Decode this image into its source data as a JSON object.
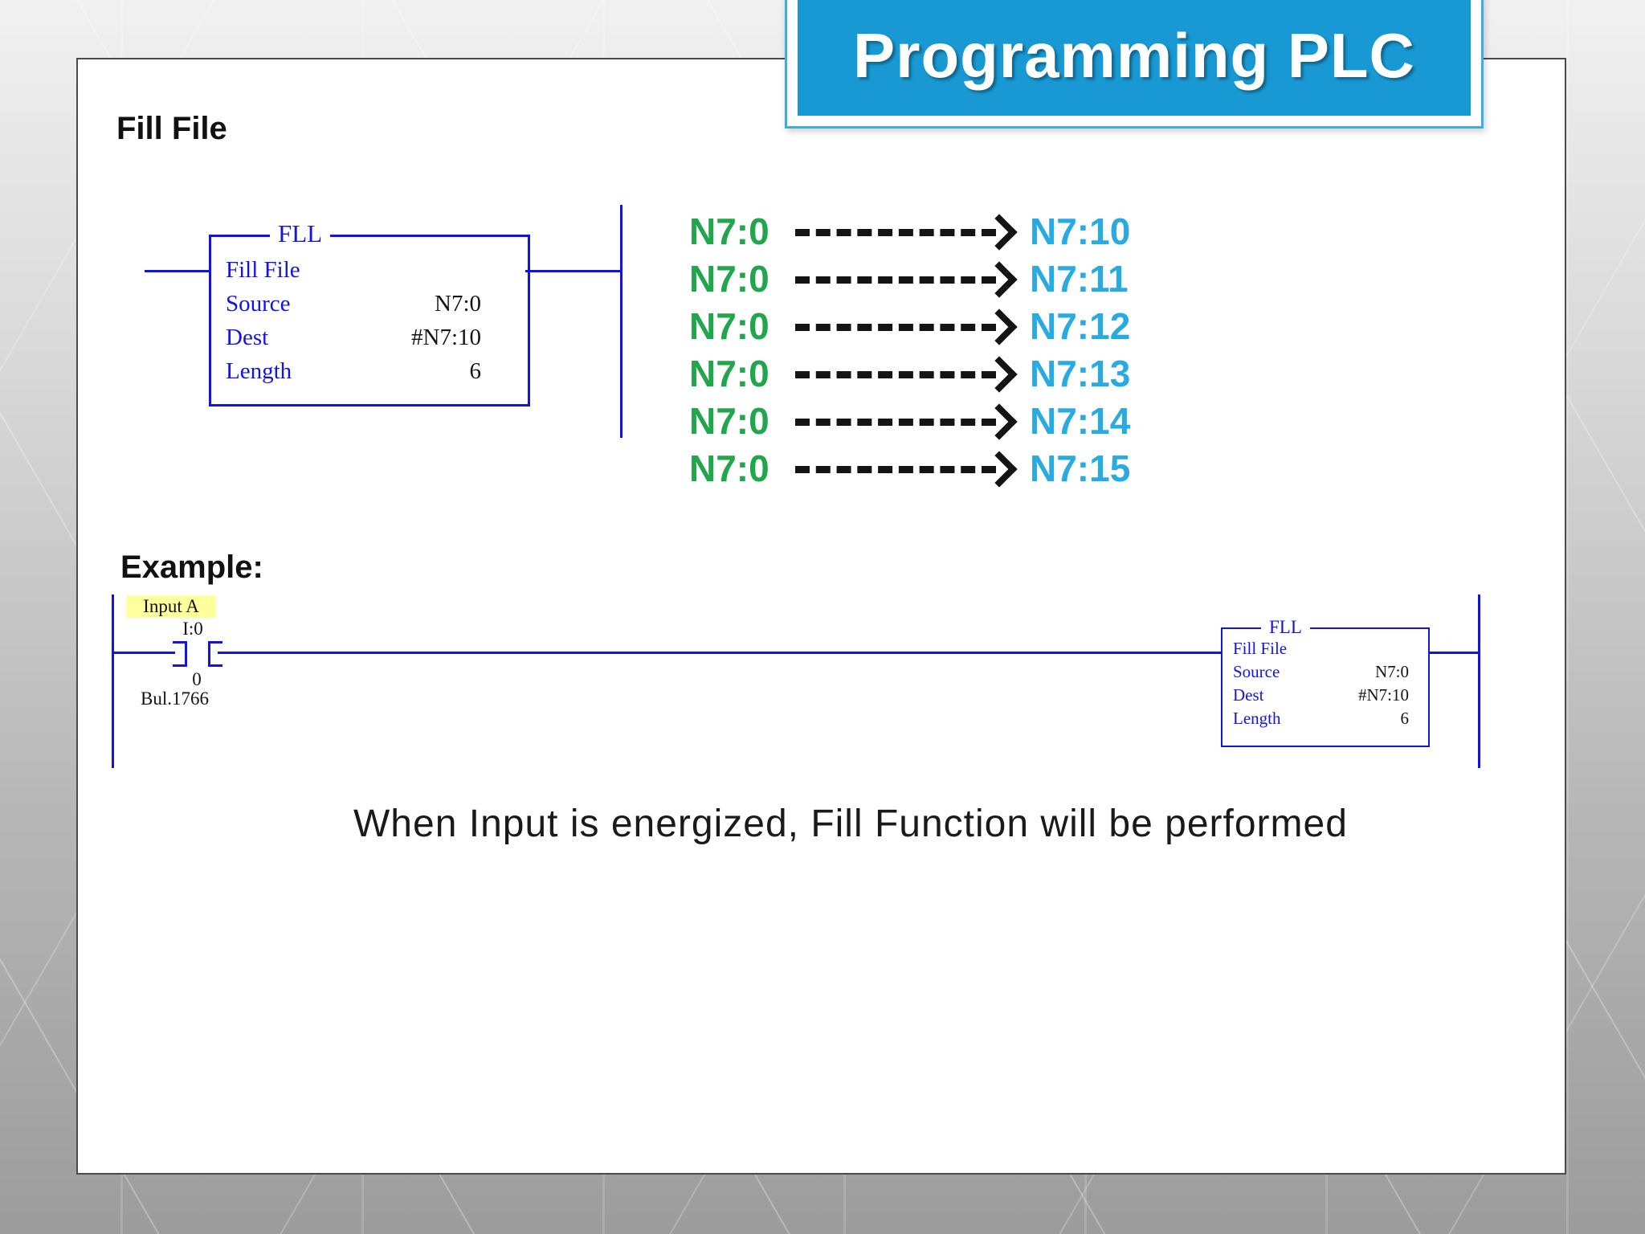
{
  "slide": {
    "banner_title": "Programming PLC",
    "heading": "Fill File",
    "example_heading": "Example:",
    "caption": "When Input is energized, Fill Function will be performed"
  },
  "fll_box_main": {
    "title": "FLL",
    "name": "Fill File",
    "fields": [
      {
        "label": "Source",
        "value": "N7:0"
      },
      {
        "label": "Dest",
        "value": "#N7:10"
      },
      {
        "label": "Length",
        "value": "6"
      }
    ]
  },
  "fll_box_example": {
    "title": "FLL",
    "name": "Fill File",
    "fields": [
      {
        "label": "Source",
        "value": "N7:0"
      },
      {
        "label": "Dest",
        "value": "#N7:10"
      },
      {
        "label": "Length",
        "value": "6"
      }
    ]
  },
  "mapping": {
    "rows": [
      {
        "source": "N7:0",
        "dest": "N7:10"
      },
      {
        "source": "N7:0",
        "dest": "N7:11"
      },
      {
        "source": "N7:0",
        "dest": "N7:12"
      },
      {
        "source": "N7:0",
        "dest": "N7:13"
      },
      {
        "source": "N7:0",
        "dest": "N7:14"
      },
      {
        "source": "N7:0",
        "dest": "N7:15"
      }
    ]
  },
  "contact": {
    "label": "Input A",
    "address": "I:0",
    "bit": "0",
    "module": "Bul.1766"
  },
  "colors": {
    "banner_cyan": "#1899d3",
    "ladder_blue": "#1414e0",
    "source_green": "#21a54d",
    "dest_blue": "#29abe2",
    "highlight_yellow": "#ffff9e",
    "slide_bg": "#ffffff",
    "page_gray": "#a8a8a8"
  }
}
